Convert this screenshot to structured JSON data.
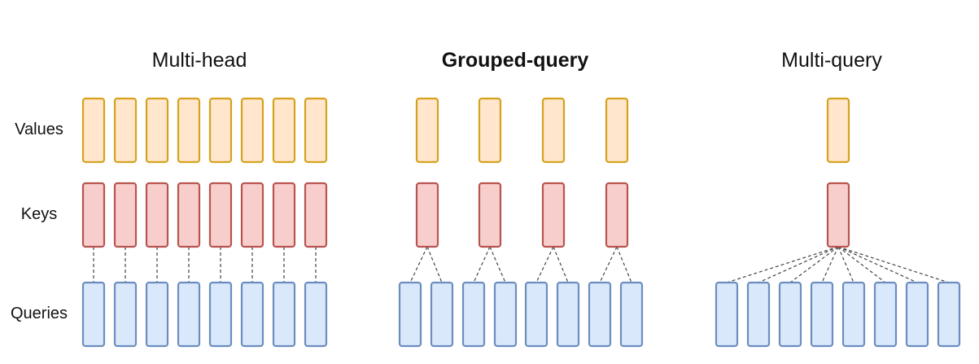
{
  "row_labels": {
    "values": "Values",
    "keys": "Keys",
    "queries": "Queries"
  },
  "panels": [
    {
      "title": "Multi-head",
      "bold": false,
      "query_heads": 8,
      "kv_heads": 8
    },
    {
      "title": "Grouped-query",
      "bold": true,
      "query_heads": 8,
      "kv_heads": 4
    },
    {
      "title": "Multi-query",
      "bold": false,
      "query_heads": 8,
      "kv_heads": 1
    }
  ],
  "colors": {
    "values_fill": "#ffe6cc",
    "values_stroke": "#d6a21e",
    "keys_fill": "#f8cecc",
    "keys_stroke": "#b85450",
    "queries_fill": "#dae8fc",
    "queries_stroke": "#6c8ebf",
    "connector": "#444444"
  }
}
